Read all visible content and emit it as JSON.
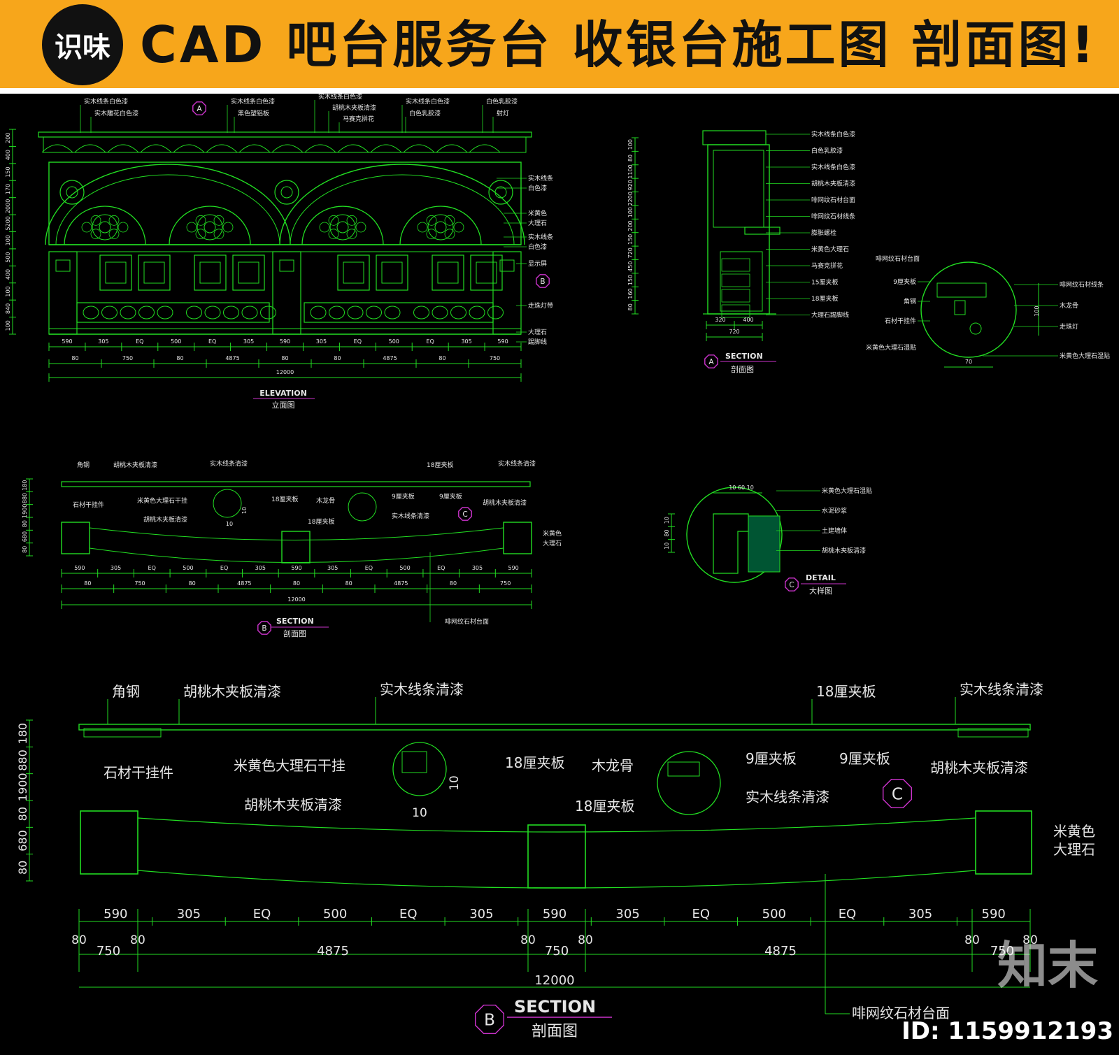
{
  "banner": {
    "logo": "识味",
    "title": "CAD 吧台服务台 收银台施工图 剖面图!"
  },
  "watermark": {
    "brand": "知末",
    "id": "ID: 1159912193"
  },
  "colors": {
    "banner": "#f7a61b",
    "lines": "#22dd22",
    "text": "#e6e6e6",
    "tag": "#cc33cc",
    "dim": "#22dd22"
  },
  "elevation": {
    "title": "ELEVATION",
    "subtitle": "立面图",
    "labels_top": [
      "实木线条白色漆",
      "实木雕花白色漆",
      "实木线条白色漆",
      "黑色塑铝板",
      "实木线条白色漆",
      "胡桃木夹板清漆",
      "马赛克拼花",
      "实木线条白色漆",
      "白色乳胶漆",
      "白色乳胶漆",
      "射灯"
    ],
    "labels_right": [
      "实木线条",
      "白色漆",
      "米黄色",
      "大理石",
      "实木线条",
      "白色漆",
      "显示屏",
      "走珠灯带",
      "大理石",
      "踢脚线"
    ],
    "tag_a": "A",
    "tag_b": "B",
    "dims_left": [
      "200",
      "400",
      "150",
      "170",
      "2000",
      "5200",
      "100",
      "500",
      "400",
      "100",
      "840",
      "100"
    ],
    "dims_bottom_1": [
      "590",
      "305",
      "EQ",
      "500",
      "EQ",
      "305",
      "590",
      "305",
      "EQ",
      "500",
      "EQ",
      "305",
      "590"
    ],
    "dims_bottom_2": [
      "80",
      "750",
      "80",
      "4875",
      "80",
      "80",
      "4875",
      "80",
      "750"
    ],
    "dim_total": "12000"
  },
  "section_a": {
    "title": "SECTION",
    "subtitle": "剖面图",
    "tag": "A",
    "labels": [
      "实木线条白色漆",
      "白色乳胶漆",
      "实木线条白色漆",
      "胡桃木夹板清漆",
      "啡网纹石材台面",
      "啡网纹石材线条",
      "膨胀螺栓",
      "米黄色大理石",
      "马赛克拼花",
      "15厘夹板",
      "18厘夹板",
      "大理石踢脚线"
    ],
    "dims_left": [
      "100",
      "80",
      "1100",
      "920",
      "2200",
      "100",
      "200",
      "150",
      "720",
      "450",
      "150",
      "160",
      "80"
    ],
    "dims_bottom": [
      "320",
      "400",
      "720"
    ],
    "detail_labels_left": [
      "啡网纹石材台面",
      "9厘夹板",
      "角钢",
      "石材干挂件",
      "米黄色大理石湿贴"
    ],
    "detail_labels_right": [
      "啡网纹石材线条",
      "木龙骨",
      "走珠灯",
      "米黄色大理石湿贴"
    ],
    "detail_dims": [
      "100",
      "70"
    ]
  },
  "section_b_small": {
    "title": "SECTION",
    "subtitle": "剖面图",
    "tag": "B",
    "labels": [
      "角钢",
      "胡桃木夹板清漆",
      "实木线条清漆",
      "18厘夹板",
      "实木线条清漆",
      "石材干挂件",
      "米黄色大理石干挂",
      "18厘夹板",
      "木龙骨",
      "9厘夹板",
      "9厘夹板",
      "胡桃木夹板清漆",
      "胡桃木夹板清漆",
      "实木线条清漆",
      "18厘夹板",
      "米黄色",
      "大理石",
      "啡网纹石材台面"
    ],
    "dims_left": [
      "180",
      "880",
      "1900",
      "80",
      "680",
      "80"
    ],
    "detail_dims": [
      "10",
      "10"
    ],
    "tag_c": "C"
  },
  "detail_c": {
    "title": "DETAIL",
    "subtitle": "大样图",
    "tag": "C",
    "labels": [
      "米黄色大理石湿贴",
      "水泥砂浆",
      "土建墙体",
      "胡桃木夹板清漆"
    ],
    "dims_top": [
      "10",
      "60",
      "10"
    ],
    "dims_left": [
      "10",
      "80",
      "10"
    ]
  },
  "section_b_large": {
    "title": "SECTION",
    "subtitle": "剖面图",
    "tag": "B",
    "tag_c": "C",
    "labels_top": [
      "角钢",
      "胡桃木夹板清漆",
      "实木线条清漆",
      "18厘夹板",
      "实木线条清漆"
    ],
    "label_stone_hanger": "石材干挂件",
    "label_beige_hang": "米黄色大理石干挂",
    "label_walnut_mid": "胡桃木夹板清漆",
    "label_18_mid": "18厘夹板",
    "label_keel": "木龙骨",
    "label_18_low": "18厘夹板",
    "label_9_a": "9厘夹板",
    "label_solid_low": "实木线条清漆",
    "label_9_b": "9厘夹板",
    "label_walnut_right": "胡桃木夹板清漆",
    "label_beige_1": "米黄色",
    "label_beige_2": "大理石",
    "label_counter": "啡网纹石材台面",
    "dims_left": [
      "180",
      "880",
      "1900",
      "80",
      "680",
      "80"
    ],
    "detail_dim_v": "10",
    "detail_dim_h": "10",
    "dims_row1": [
      "590",
      "305",
      "EQ",
      "500",
      "EQ",
      "305",
      "590",
      "305",
      "EQ",
      "500",
      "EQ",
      "305",
      "590"
    ],
    "dims_row2": [
      "80",
      "80",
      "80",
      "80",
      "80",
      "80"
    ],
    "dims_row3": [
      "750",
      "4875",
      "750",
      "4875",
      "750"
    ],
    "dim_total": "12000"
  }
}
